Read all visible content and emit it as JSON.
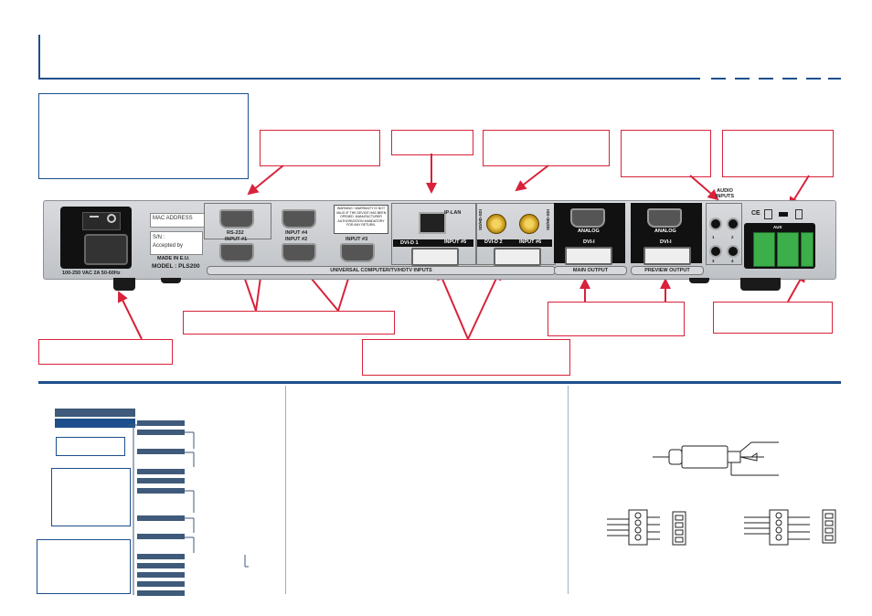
{
  "device": {
    "power_rating": "100-250 VAC 2A 50-60Hz",
    "mac_label": "MAC ADDRESS",
    "serial_label": "S/N :",
    "accepted_label": "Accepted by",
    "made_in": "MADE IN E.U.",
    "model": "MODEL : PLS200",
    "rs232": "RS-232",
    "input1": "INPUT #1",
    "input2": "INPUT #2",
    "input3": "INPUT #3",
    "input4": "INPUT #4",
    "input5": "INPUT #5",
    "input6": "INPUT #6",
    "warning": "WARNING ! WARRANTY IS NOT VALID IF THE DEVICE HAS BEEN OPENED. MANUFACTURER AUTHORIZATION MANDATORY FOR ANY RETURN.",
    "ip_lan": "IP-LAN",
    "dvi_d1": "DVI-D 1",
    "dvi_d2": "DVI-D 2",
    "sdhd_sdi": "SD/HD-SDI",
    "bus_label": "UNIVERSAL COMPUTER/TV/HDTV INPUTS",
    "analog": "ANALOG",
    "dvi_i": "DVI-I",
    "main_output": "MAIN OUTPUT",
    "preview_output": "PREVIEW OUTPUT",
    "audio_inputs": "AUDIO INPUTS",
    "audio_1": "1",
    "audio_2": "2",
    "audio_3": "3",
    "audio_4": "4",
    "aux": "AUX",
    "ce_mark": "CE"
  },
  "colors": {
    "header_blue": "#1d4f8c",
    "callout_red": "#d9223a",
    "connector_green": "#3cae4a"
  }
}
